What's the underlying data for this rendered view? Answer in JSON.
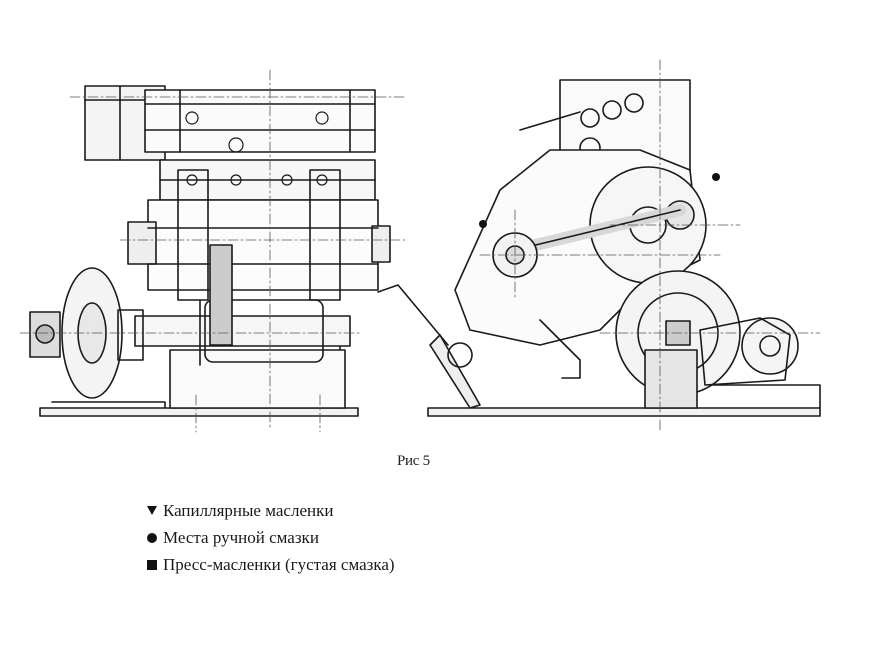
{
  "figure": {
    "caption": "Рис 5"
  },
  "legend": {
    "items": [
      {
        "marker": "triangle-down",
        "label": "Капиллярные масленки"
      },
      {
        "marker": "circle",
        "label": "Места ручной смазки"
      },
      {
        "marker": "square",
        "label": "Пресс-масленки (густая смазка)"
      }
    ]
  }
}
